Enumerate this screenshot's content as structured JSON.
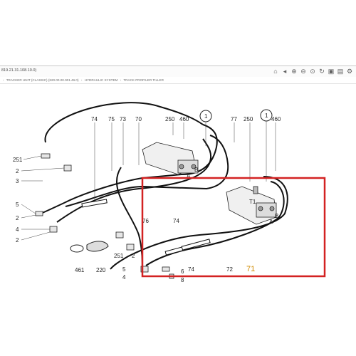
{
  "header": {
    "code": "819.21.31.108.10.0)"
  },
  "toolbar": {
    "icons": [
      "home-icon",
      "back-icon",
      "zoom-in-icon",
      "zoom-out-icon",
      "zoom-fit-icon",
      "refresh-icon",
      "image-icon",
      "export-icon",
      "settings-icon"
    ]
  },
  "breadcrumb": {
    "items": [
      "TRACKER UNIT (CLASSIC) (820.00.00.001.46.0)",
      "HYDRAULIC SYSTEM",
      "TRACK PROFILER TILLER"
    ]
  },
  "drawing": {
    "labels": {
      "l74a": "74",
      "l75": "75",
      "l73": "73",
      "l70": "70",
      "l250a": "250",
      "l460a": "460",
      "l1a": "1",
      "l77": "77",
      "l250b": "250",
      "l1b": "1",
      "l460b": "460",
      "l251a": "251",
      "l2a": "2",
      "l3": "3",
      "l5a": "5",
      "l2b": "2",
      "l4a": "4",
      "l2c": "2",
      "l461": "461",
      "l220": "220",
      "l251b": "251",
      "l2d": "2",
      "l76": "76",
      "l74b": "74",
      "l74c": "74",
      "l72": "72",
      "l71": "71",
      "l5b": "5",
      "l4b": "4",
      "l6": "6",
      "l8": "8",
      "lB1": "B",
      "lA1": "A",
      "lB2": "B",
      "lA2": "A",
      "lT1": "T1"
    },
    "highlight_color": "#d32222"
  }
}
